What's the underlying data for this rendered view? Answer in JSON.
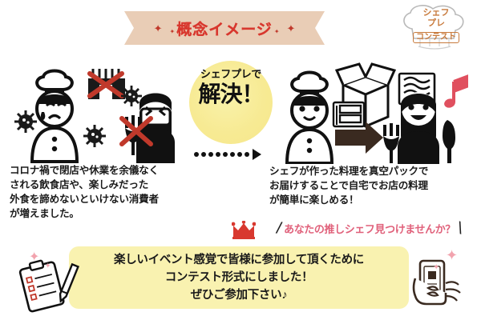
{
  "page": {
    "title": "シェフプレコンテスト 概念イメージ",
    "background_color": "#ffffff"
  },
  "header": {
    "ribbon": {
      "label": "概念イメージ",
      "fill_color": "#e9cdb6",
      "text_color": "#d8382f",
      "sparkle_large": "✦",
      "sparkle_small": "✦"
    },
    "logo": {
      "line1": "シェフ",
      "line2": "プレ",
      "line3": "コンテスト",
      "color": "#c87a3c",
      "icon": "chef-hat-icon"
    }
  },
  "center": {
    "solve_small": "シェフプレで",
    "solve_big": "解決！",
    "circle_color": "#f7ea93",
    "arrow_icon": "dotted-right-arrow-icon",
    "arrow_dots": 8
  },
  "left_scene": {
    "icons": [
      "sad-chef-icon",
      "closed-shop-crossed-out-icon",
      "virus-icon",
      "masked-woman-icon",
      "crossed-out-fork-icon"
    ],
    "paragraph": [
      "コロナ禍で閉店や休業を余儀なく",
      "される飲食店や、楽しみだった",
      "外食を諦めないといけない消費者",
      "が増えました。"
    ]
  },
  "right_scene": {
    "icons": [
      "happy-chef-icon",
      "delivery-box-icon",
      "vacuum-pack-icon",
      "right-arrow-icon",
      "happy-woman-icon",
      "music-note-icon"
    ],
    "paragraph": [
      "シェフが作った料理を真空パックで",
      "お届けすることで自宅でお店の料理",
      "が簡単に楽しめる！"
    ]
  },
  "question": {
    "text": "あなたの推しシェフ見つけませんか？",
    "color": "#e0607a",
    "slash_left": "/",
    "slash_right": "/"
  },
  "callout": {
    "crown_icon": "crown-icon",
    "crown_color": "#d8382f",
    "box_color": "#f9f2b0",
    "lines": [
      "楽しいイベント感覚で皆様に参加して頂くために",
      "コンテスト形式にしました！",
      "ぜひご参加下さい♪"
    ]
  },
  "decorations": {
    "clipboard_icon": "clipboard-pencil-icon",
    "phone_icon": "hand-holding-phone-icon",
    "sparkle_glyph": "✦",
    "sparkle_color": "#f2a3ae"
  }
}
